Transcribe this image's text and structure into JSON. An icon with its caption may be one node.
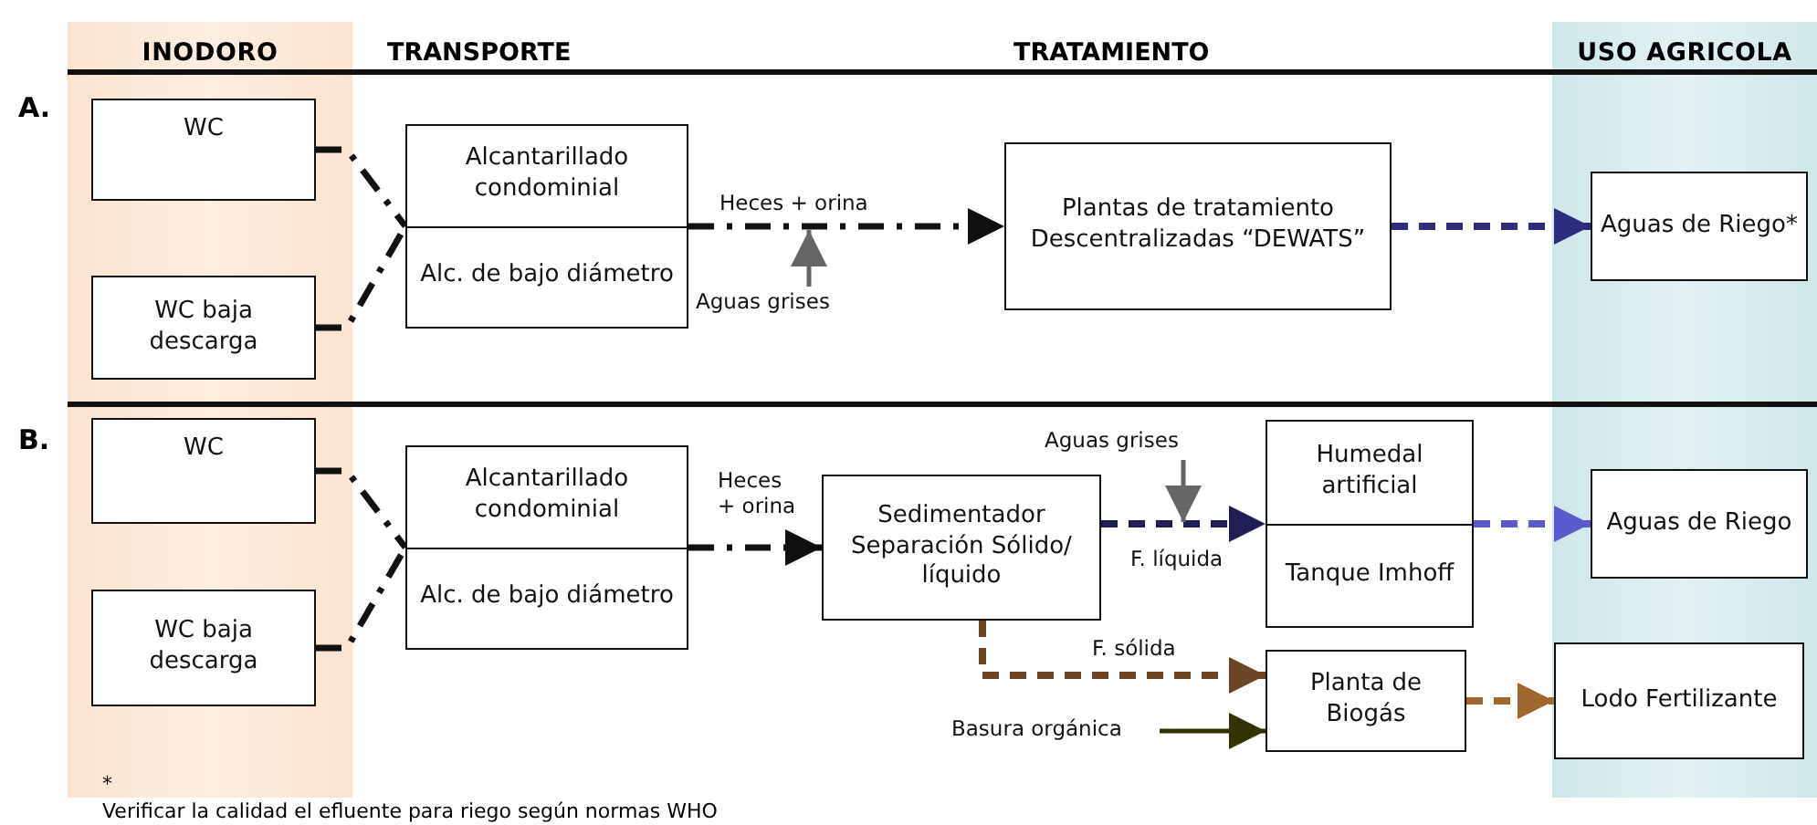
{
  "diagram": {
    "nodes": [
      {
        "text": [
          "INODORO"
        ]
      },
      {
        "text": [
          "USO AGRICOLA"
        ]
      },
      {
        "text": [
          "WC"
        ],
        "in": 0
      },
      {
        "text": [
          "WC baja descarga"
        ],
        "in": 0
      },
      {
        "text": [
          "Alcantarillado condominial",
          "Alc. de bajo diámetro"
        ]
      },
      {
        "text": [
          "Plantas de tratamiento Descentralizadas “DEWATS”"
        ]
      },
      {
        "text": [
          "Aguas de Riego*"
        ],
        "in": 1
      },
      {
        "text": [
          "WC"
        ],
        "in": 0
      },
      {
        "text": [
          "WC baja descarga"
        ],
        "in": 0
      },
      {
        "text": [
          "Alcantarillado condominial",
          "Alc. de bajo diámetro"
        ]
      },
      {
        "text": [
          "Sedimentador Separación Sólido/ líquido"
        ]
      },
      {
        "text": [
          "Humedal artificial",
          "Tanque Imhoff"
        ]
      },
      {
        "text": [
          "Aguas de Riego"
        ],
        "in": 1
      },
      {
        "text": [
          "Planta de Biogás"
        ]
      },
      {
        "text": [
          "Lodo Fertilizante"
        ],
        "in": 1
      },
      {
        "text": [
          "Aguas grises"
        ]
      },
      {
        "text": [
          "Aguas grises"
        ]
      },
      {
        "text": [
          "Basura orgánica"
        ]
      }
    ],
    "edges": [
      {
        "from": 2,
        "to": 4,
        "arrow": "none",
        "style": "dashed"
      },
      {
        "from": 3,
        "to": 4,
        "arrow": "none",
        "style": "dashed"
      },
      {
        "from": 4,
        "to": 5,
        "arrow": "to",
        "style": "dashed",
        "label": "Heces + orina"
      },
      {
        "from": 15,
        "to": null,
        "arrow": "to",
        "color": "#666666"
      },
      {
        "from": 5,
        "to": 6,
        "arrow": "to",
        "style": "dashed",
        "color": "#2e2e80"
      },
      {
        "from": 7,
        "to": 9,
        "arrow": "none",
        "style": "dashed"
      },
      {
        "from": 8,
        "to": 9,
        "arrow": "none",
        "style": "dashed"
      },
      {
        "from": 9,
        "to": 10,
        "arrow": "to",
        "style": "dashed",
        "label": "Heces + orina"
      },
      {
        "from": 10,
        "to": 11,
        "arrow": "to",
        "style": "dashed",
        "color": "#1f1f55",
        "label": "F. líquida"
      },
      {
        "from": 16,
        "to": null,
        "arrow": "to",
        "color": "#666666"
      },
      {
        "from": 11,
        "to": 12,
        "arrow": "to",
        "style": "dashed",
        "color": "#5a5acc"
      },
      {
        "from": 10,
        "to": 13,
        "arrow": "to",
        "style": "dashed",
        "color": "#6b4424",
        "label": "F. sólida"
      },
      {
        "from": 17,
        "to": 13,
        "arrow": "to",
        "color": "#333300"
      },
      {
        "from": 13,
        "to": 14,
        "arrow": "to",
        "style": "dashed",
        "color": "#a0682e"
      }
    ],
    "labels": [
      "TRANSPORTE",
      "TRATAMIENTO",
      "A.",
      "B.",
      "*",
      "Verificar la calidad el efluente para riego según normas WHO"
    ]
  }
}
